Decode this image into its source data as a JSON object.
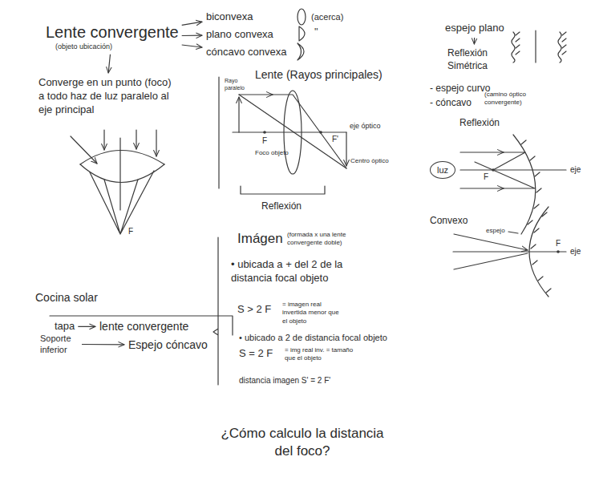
{
  "diagram": {
    "nodes": [
      {
        "text": [
          "Lente convergente",
          "(objeto ubicación)"
        ]
      },
      {
        "text": [
          "biconvexa"
        ]
      },
      {
        "text": [
          "plano convexa"
        ]
      },
      {
        "text": [
          "cóncavo convexa"
        ]
      },
      {
        "text": [
          "espejo plano"
        ]
      },
      {
        "text": [
          "Reflexión Simétrica"
        ]
      },
      {
        "text": [
          "Converge en un punto (foco) a todo haz de luz paralelo al eje principal"
        ]
      },
      {
        "text": [
          "luz"
        ]
      },
      {
        "text": [
          "tapa"
        ]
      },
      {
        "text": [
          "lente convergente"
        ]
      },
      {
        "text": [
          "Soporte inferior"
        ]
      },
      {
        "text": [
          "Espejo cóncavo"
        ]
      }
    ],
    "edges": [
      {
        "from": 0,
        "to": 1,
        "arrow": "to"
      },
      {
        "from": 0,
        "to": 2,
        "arrow": "to"
      },
      {
        "from": 0,
        "to": 3,
        "arrow": "to"
      },
      {
        "from": 0,
        "to": 6,
        "arrow": "to"
      },
      {
        "from": 4,
        "to": 5,
        "arrow": "to"
      },
      {
        "from": 8,
        "to": 9,
        "arrow": "to"
      },
      {
        "from": 10,
        "to": 11,
        "arrow": "to"
      }
    ],
    "labels": [
      "(acerca)",
      "''",
      "F",
      "Lente (Rayos principales)",
      "Rayo paralelo",
      "F",
      "F'",
      "eje óptico",
      "Foco objeto",
      "Centro óptico",
      "Reflexión",
      "Imágen",
      "(formada x una lente convergente doble)",
      "• ubicada a + del 2 de la distancia focal objeto",
      "S > 2 F",
      "= imagen real invertida menor que el objeto",
      "• ubicado a 2 de distancia focal objeto",
      "S = 2 F",
      "= img real inv. = tamaño que el objeto",
      "distancia imagen S' = 2 F'",
      "Cocina solar",
      "- espejo curvo",
      "- cóncavo",
      "(camino óptico convergente)",
      "Reflexión",
      "F",
      "eje",
      "espejo",
      "Convexo",
      "F",
      "eje",
      "¿Cómo calculo la distancia del foco?"
    ]
  }
}
